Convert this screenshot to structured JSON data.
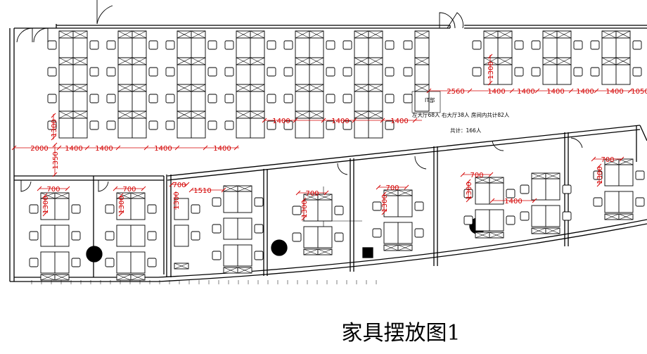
{
  "caption": "家具摆放图1",
  "notes": {
    "dept": "IT部",
    "headcount": "左大厅68人  右大厅38人  房间内共计82人",
    "total": "共计：166人"
  },
  "dimensions": {
    "d2000": "2000",
    "d1400": "1400",
    "d2560": "2560",
    "d1050": "1050",
    "d1350": "1350",
    "d1300": "1300",
    "d700": "700",
    "d1510": "1510"
  },
  "colors": {
    "line": "#000000",
    "dimension": "#d40000"
  }
}
